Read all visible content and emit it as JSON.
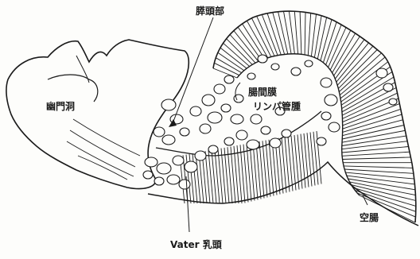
{
  "labels": {
    "pancreas_head": "膵頭部",
    "pyloric_antrum": "幽門洞",
    "mesenteric_lymph_line1": "腸間膜",
    "mesenteric_lymph_line2": "リンパ管腫",
    "jejunum": "空腸",
    "vater_papilla": "Vater 乳頭"
  },
  "colors": {
    "ink": "#1a1a1a",
    "paper": "#fdfdfb"
  }
}
